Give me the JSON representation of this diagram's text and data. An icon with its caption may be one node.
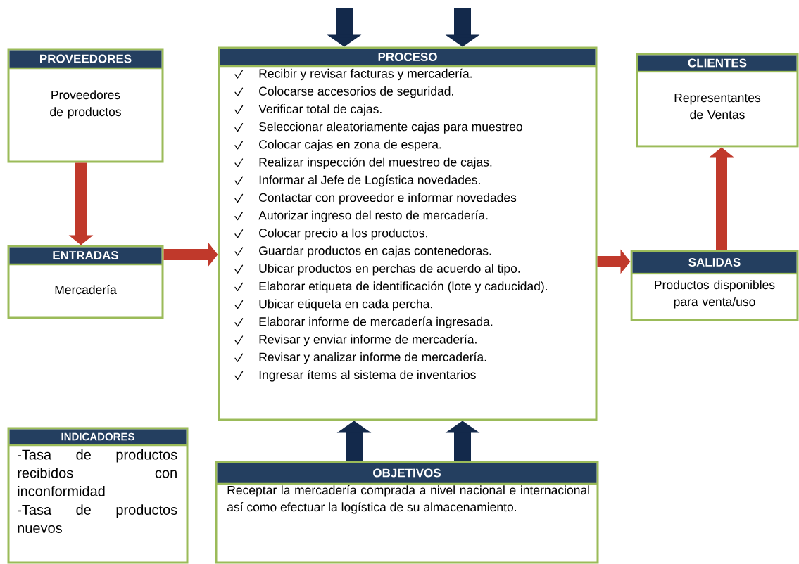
{
  "diagram": {
    "nodes": [
      {
        "text": [
          "PROVEEDORES",
          "Proveedores de productos"
        ]
      },
      {
        "text": [
          "ENTRADAS",
          "Mercadería"
        ]
      },
      {
        "text": [
          "PROCESO",
          "Recibir y revisar facturas y mercadería.",
          "Colocarse accesorios de seguridad.",
          "Verificar total de cajas.",
          "Seleccionar aleatoriamente cajas para muestreo",
          "Colocar cajas en zona de espera.",
          "Realizar inspección del muestreo de cajas.",
          "Informar al Jefe de Logística novedades.",
          "Contactar con proveedor e informar novedades",
          "Autorizar ingreso del resto de mercadería.",
          "Colocar precio a los productos.",
          "Guardar productos en cajas contenedoras.",
          "Ubicar productos en perchas de acuerdo al tipo.",
          "Elaborar etiqueta de identificación (lote y caducidad).",
          "Ubicar etiqueta en cada percha.",
          "Elaborar informe de mercadería ingresada.",
          "Revisar y enviar informe de mercadería.",
          "Revisar y analizar informe de mercadería.",
          "Ingresar ítems al sistema de inventarios"
        ]
      },
      {
        "text": [
          "CLIENTES",
          "Representantes de Ventas"
        ]
      },
      {
        "text": [
          "SALIDAS",
          "Productos disponibles para venta/uso"
        ]
      },
      {
        "text": [
          "INDICADORES",
          "-Tasa de productos recibidos con inconformidad",
          "-Tasa de productos nuevos"
        ]
      },
      {
        "text": [
          "OBJETIVOS",
          "Receptar la mercadería comprada a nivel nacional e internacional así como efectuar la logística de su almacenamiento."
        ]
      }
    ],
    "edges": [
      {
        "from": 0,
        "to": 1,
        "arrow": "to",
        "color": "#c0392b"
      },
      {
        "from": 1,
        "to": 2,
        "arrow": "to",
        "color": "#c0392b"
      },
      {
        "from": 2,
        "to": 4,
        "arrow": "to",
        "color": "#c0392b"
      },
      {
        "from": 4,
        "to": 3,
        "arrow": "to",
        "color": "#c0392b"
      },
      {
        "from": null,
        "to": 2,
        "arrow": "to",
        "color": "#13294b"
      },
      {
        "from": null,
        "to": 2,
        "arrow": "to",
        "color": "#13294b"
      },
      {
        "from": 6,
        "to": 2,
        "arrow": "to",
        "color": "#13294b"
      },
      {
        "from": 6,
        "to": 2,
        "arrow": "to",
        "color": "#13294b"
      }
    ]
  }
}
